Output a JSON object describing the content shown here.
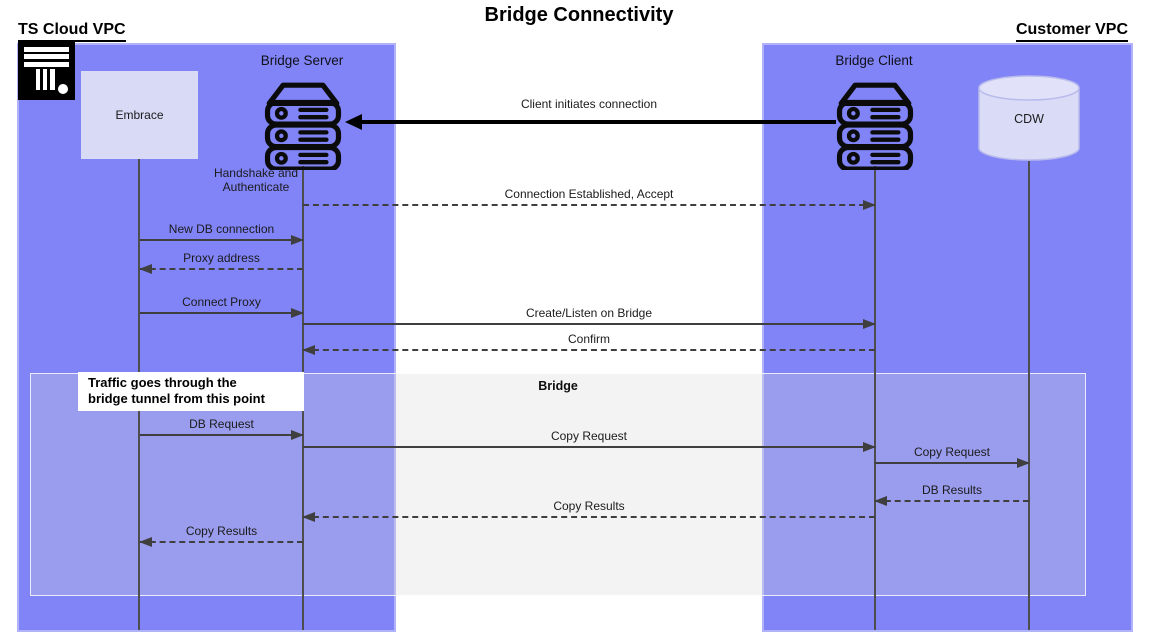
{
  "title": "Bridge Connectivity",
  "regions": {
    "left_label": "TS Cloud VPC",
    "right_label": "Customer VPC"
  },
  "participants": {
    "embrace": {
      "label": "Embrace"
    },
    "bridge_server": {
      "label": "Bridge Server",
      "sublabel": "Handshake and Authenticate"
    },
    "bridge_client": {
      "label": "Bridge Client"
    },
    "cdw": {
      "label": "CDW"
    }
  },
  "big_arrow": {
    "label": "Client initiates connection",
    "from": "bridge_client",
    "to": "bridge_server",
    "style": "thick-solid"
  },
  "messages": [
    {
      "label": "Connection Established, Accept",
      "from": "bridge_server",
      "to": "bridge_client",
      "line": "dashed"
    },
    {
      "label": "New DB connection",
      "from": "embrace",
      "to": "bridge_server",
      "line": "solid"
    },
    {
      "label": "Proxy address",
      "from": "bridge_server",
      "to": "embrace",
      "line": "dashed"
    },
    {
      "label": "Connect Proxy",
      "from": "embrace",
      "to": "bridge_server",
      "line": "solid"
    },
    {
      "label": "Create/Listen on Bridge",
      "from": "bridge_server",
      "to": "bridge_client",
      "line": "solid"
    },
    {
      "label": "Confirm",
      "from": "bridge_client",
      "to": "bridge_server",
      "line": "dashed"
    },
    {
      "label": "DB Request",
      "from": "embrace",
      "to": "bridge_server",
      "line": "solid"
    },
    {
      "label": "Copy Request",
      "from": "bridge_server",
      "to": "bridge_client",
      "line": "solid"
    },
    {
      "label": "Copy Request",
      "from": "bridge_client",
      "to": "cdw",
      "line": "solid"
    },
    {
      "label": "DB Results",
      "from": "cdw",
      "to": "bridge_client",
      "line": "dashed"
    },
    {
      "label": "Copy Results",
      "from": "bridge_client",
      "to": "bridge_server",
      "line": "dashed"
    },
    {
      "label": "Copy Results",
      "from": "bridge_server",
      "to": "embrace",
      "line": "dashed"
    }
  ],
  "bridge_frame": {
    "label": "Bridge"
  },
  "note": {
    "line1": "Traffic goes through the",
    "line2": "bridge tunnel from this point"
  },
  "colors": {
    "vpc_fill": "#8084f7",
    "panel_fill": "#d8daf6",
    "arrow": "#3f3f3f",
    "thick": "#000000"
  }
}
